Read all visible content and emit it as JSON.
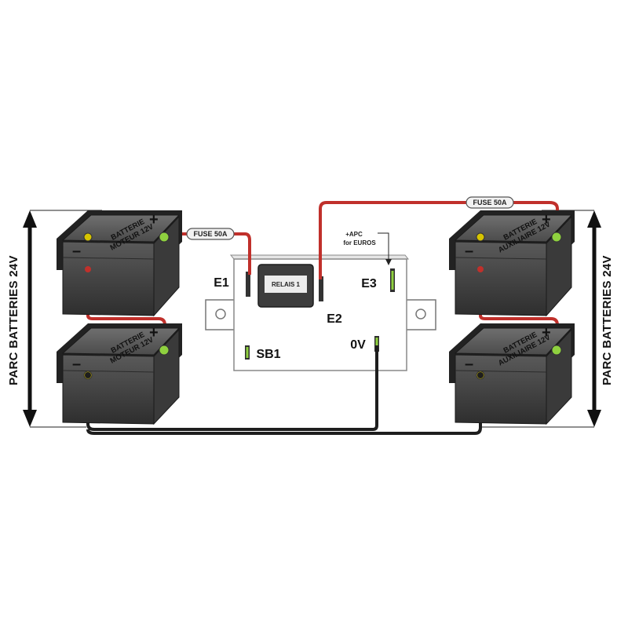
{
  "side_labels": {
    "left": "PARC BATTERIES 24V",
    "right": "PARC BATTERIES 24V"
  },
  "batteries": [
    {
      "line1": "BATTERIE",
      "line2": "MOTEUR 12V"
    },
    {
      "line1": "BATTERIE",
      "line2": "MOTEUR 12V"
    },
    {
      "line1": "BATTERIE",
      "line2": "AUXILIAIRE 12V"
    },
    {
      "line1": "BATTERIE",
      "line2": "AUXILIAIRE 12V"
    }
  ],
  "fuses": {
    "left": "FUSE 50A",
    "right": "FUSE 50A"
  },
  "module": {
    "relay_label": "RELAIS 1",
    "terminals": {
      "e1": "E1",
      "e2": "E2",
      "e3": "E3",
      "sb1": "SB1",
      "zero_v": "0V"
    },
    "apc_line1": "+APC",
    "apc_line2": "for EUROS"
  },
  "colors": {
    "wire_positive": "#c0302b",
    "wire_negative": "#1e1e1e",
    "battery_body": "#4a4a4a",
    "terminal_positive": "#8fd13f",
    "terminal_negative": "#d6c400"
  }
}
